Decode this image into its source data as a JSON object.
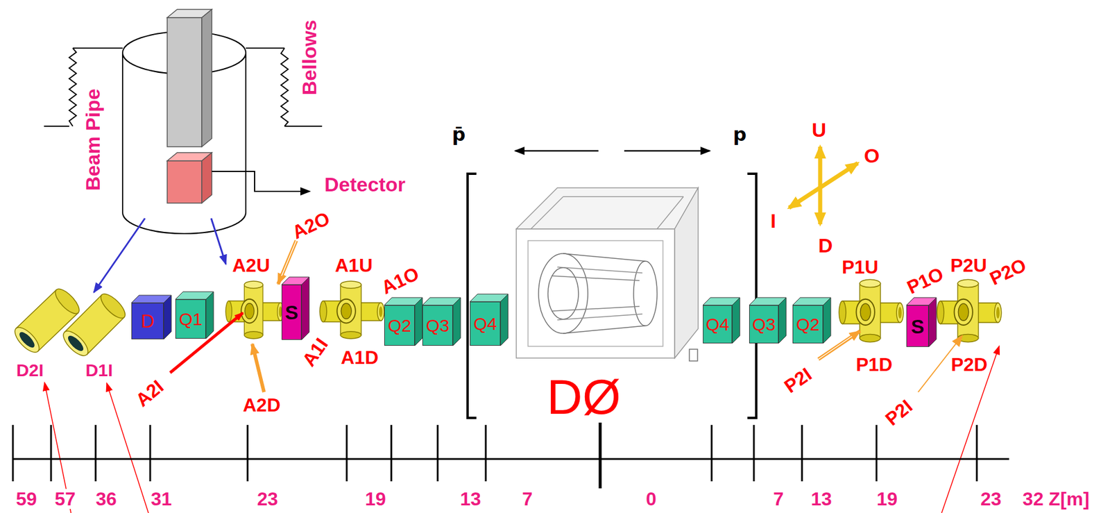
{
  "diagram": {
    "nodes": [
      {
        "text": [
          "D"
        ]
      },
      {
        "text": [
          "Q1"
        ]
      },
      {
        "text": [
          "S"
        ]
      },
      {
        "text": [
          "Q2"
        ]
      },
      {
        "text": [
          "Q3"
        ]
      },
      {
        "text": [
          "Q4"
        ]
      },
      {
        "text": [
          "Q4"
        ]
      },
      {
        "text": [
          "Q3"
        ]
      },
      {
        "text": [
          "Q2"
        ]
      },
      {
        "text": [
          "S"
        ]
      }
    ],
    "labels": [
      "Beam Pipe",
      "Bellows",
      "Detector",
      "p̄",
      "p",
      "U",
      "O",
      "I",
      "D",
      "A2O",
      "A2U",
      "A1U",
      "A1O",
      "A1I",
      "A1D",
      "A2I",
      "A2D",
      "D2I",
      "D1I",
      "DØ",
      "P1U",
      "P1O",
      "P2U",
      "P2O",
      "P1D",
      "P2I",
      "P2D",
      "P2I",
      "59",
      "57",
      "36",
      "31",
      "23",
      "19",
      "13",
      "7",
      "0",
      "7",
      "13",
      "19",
      "23",
      "32 Z[m]"
    ]
  }
}
